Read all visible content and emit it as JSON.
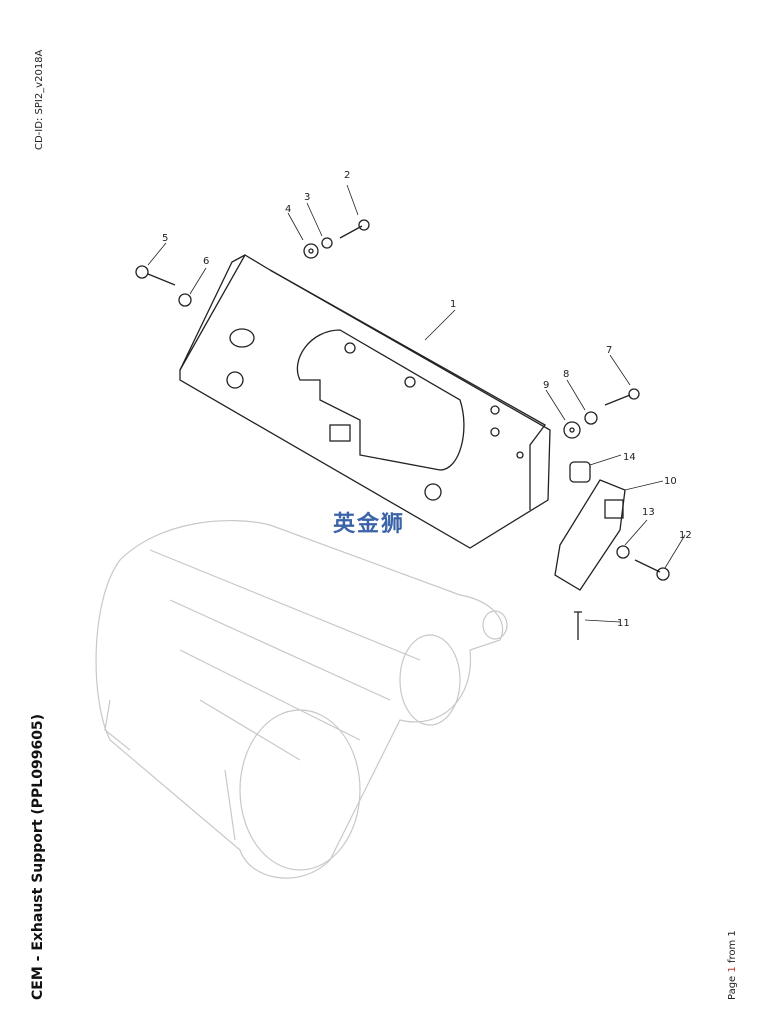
{
  "header": {
    "cd_id": "CD-ID: SPI2_v2018A"
  },
  "title": "CEM - Exhaust Support (PPL099605)",
  "footer": {
    "page_label": "Page",
    "page_current": "1",
    "page_sep": "from",
    "page_total": "1"
  },
  "watermark": "英金狮",
  "callouts": [
    "1",
    "2",
    "3",
    "4",
    "5",
    "6",
    "7",
    "8",
    "9",
    "10",
    "11",
    "12",
    "13",
    "14"
  ]
}
